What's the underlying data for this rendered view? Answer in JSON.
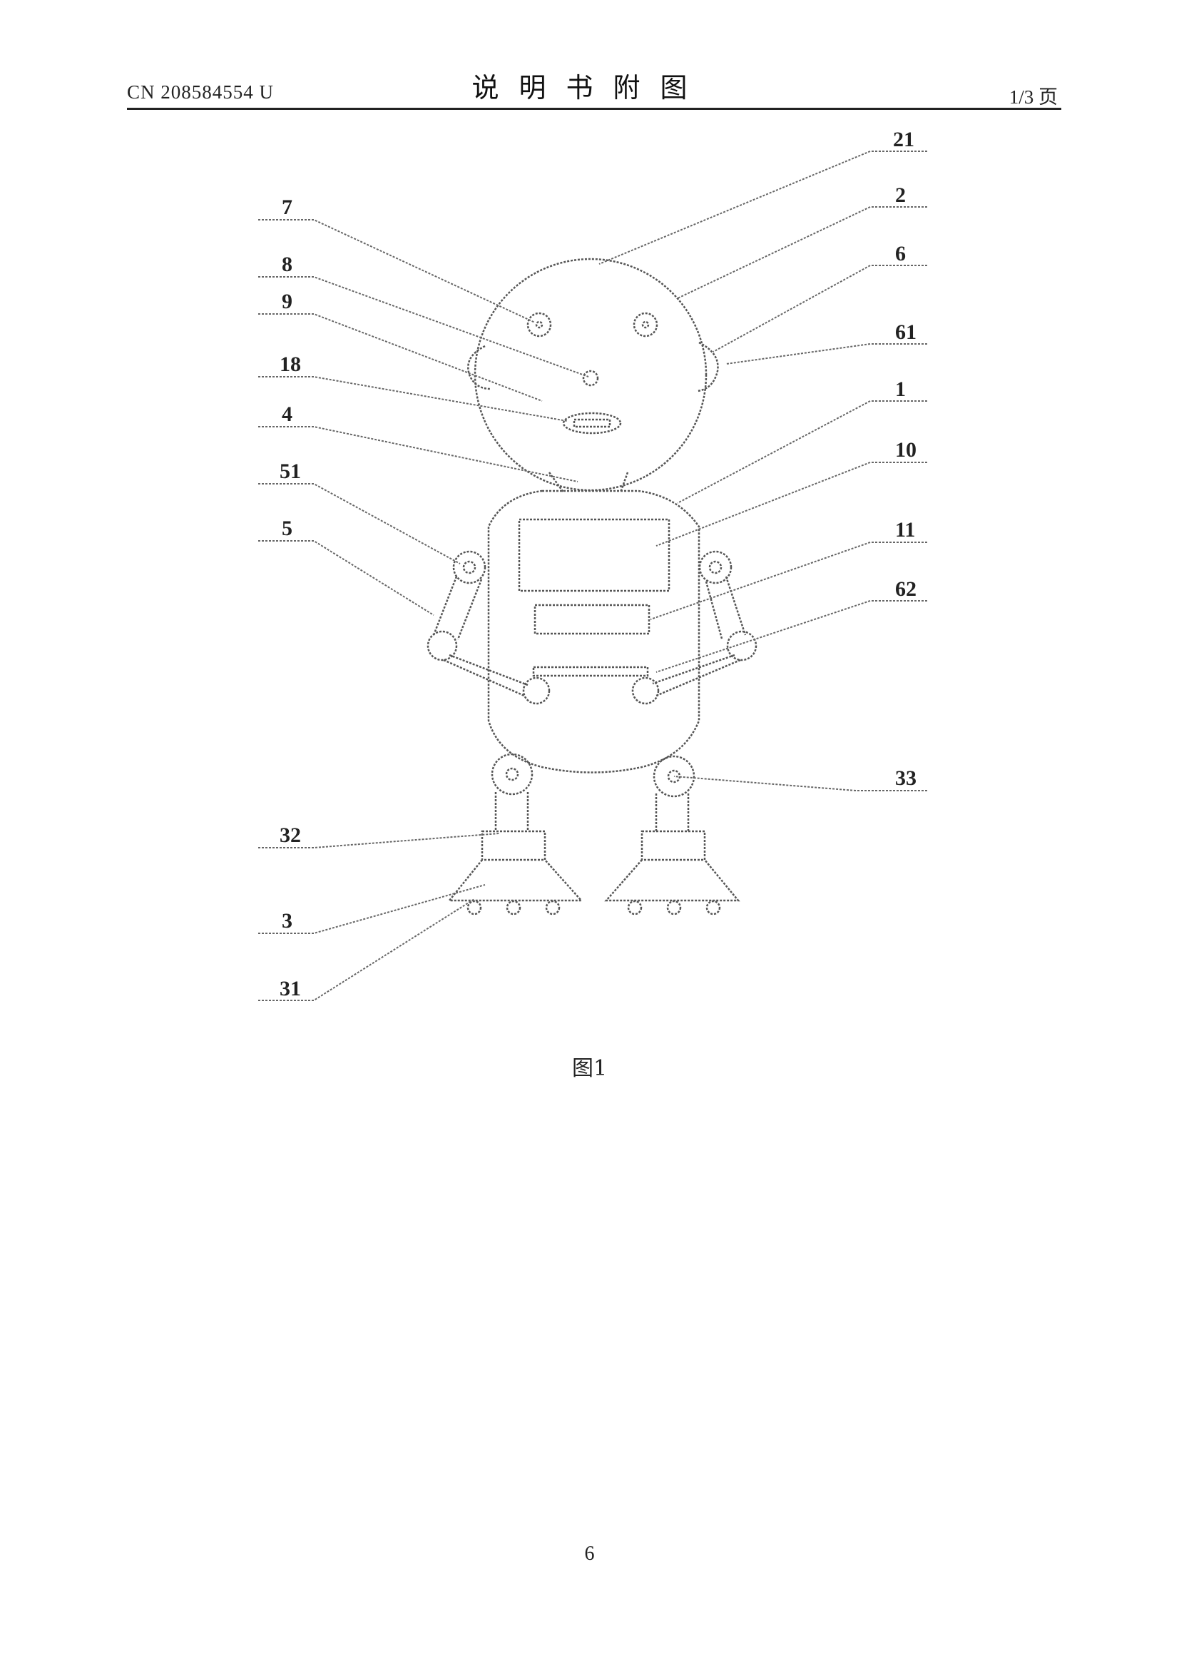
{
  "header": {
    "patent_number": "CN 208584554 U",
    "title": "说明书附图",
    "page_of_total": "1/3 页"
  },
  "figure": {
    "caption": "图1",
    "labels": {
      "l21": "21",
      "l2": "2",
      "l6": "6",
      "l61": "61",
      "l1": "1",
      "l10": "10",
      "l11": "11",
      "l62": "62",
      "l33": "33",
      "l7": "7",
      "l8": "8",
      "l9": "9",
      "l18": "18",
      "l4": "4",
      "l51": "51",
      "l5": "5",
      "l32": "32",
      "l3": "3",
      "l31": "31"
    }
  },
  "footer": {
    "page_number": "6"
  }
}
